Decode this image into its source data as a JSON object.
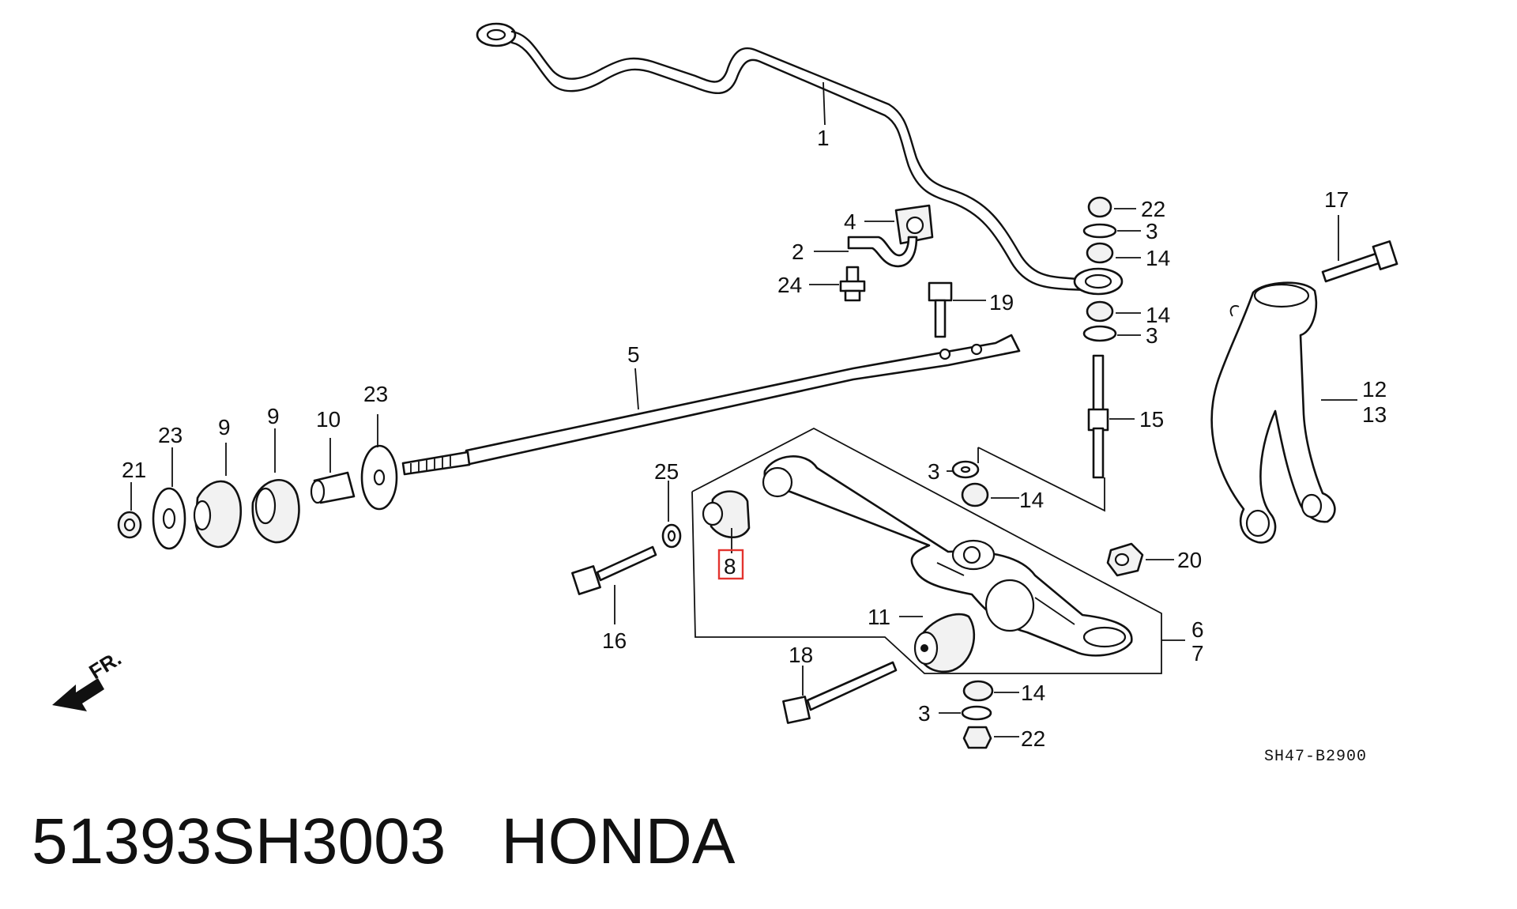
{
  "caption": {
    "part_number": "51393SH3003",
    "brand": "HONDA"
  },
  "diagram_code": "SH47-B2900",
  "direction_arrow": {
    "label": "FR."
  },
  "highlighted_callout": "8",
  "callouts": {
    "c1": "1",
    "c2": "2",
    "c3a": "3",
    "c3b": "3",
    "c3c": "3",
    "c3d": "3",
    "c4": "4",
    "c5": "5",
    "c6": "6",
    "c7": "7",
    "c8": "8",
    "c9a": "9",
    "c9b": "9",
    "c10": "10",
    "c11": "11",
    "c12": "12",
    "c13": "13",
    "c14a": "14",
    "c14b": "14",
    "c14c": "14",
    "c14d": "14",
    "c15": "15",
    "c16": "16",
    "c17": "17",
    "c18": "18",
    "c19": "19",
    "c20": "20",
    "c21": "21",
    "c22a": "22",
    "c22b": "22",
    "c23a": "23",
    "c23b": "23",
    "c24": "24",
    "c25": "25"
  }
}
